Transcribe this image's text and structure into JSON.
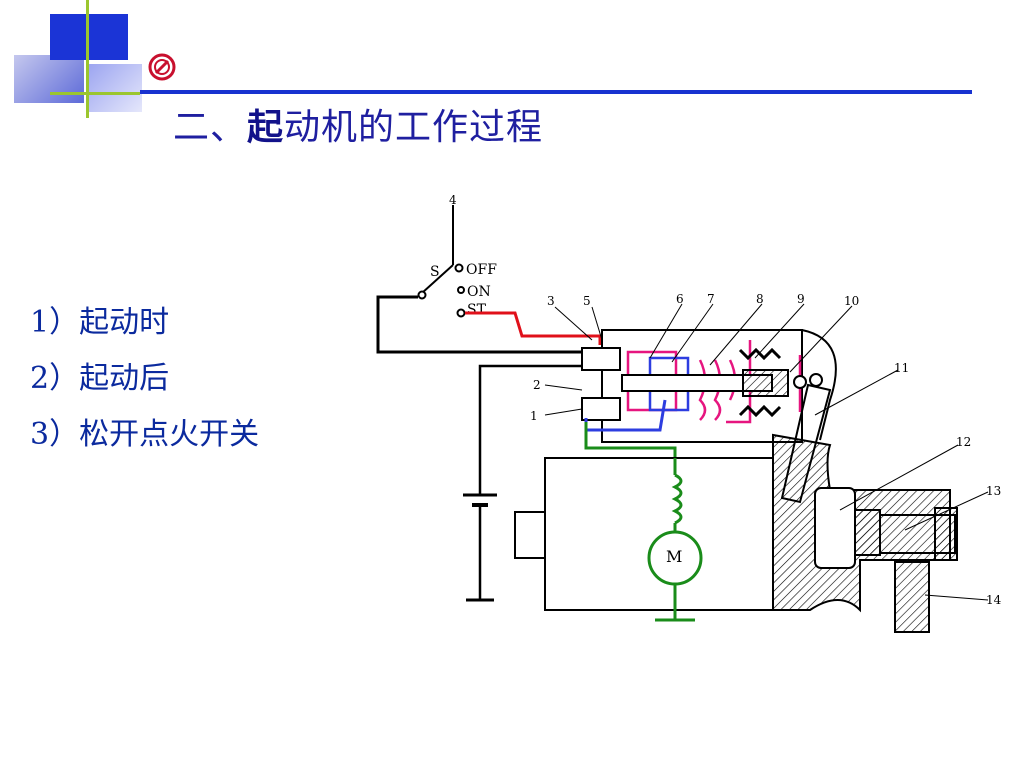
{
  "title": {
    "prefix": "二、",
    "bold": "起",
    "rest": "动机的工作过程"
  },
  "steps": [
    "1）起动时",
    "2）起动后",
    "3）松开点火开关"
  ],
  "diagram": {
    "switch_label": "S",
    "switch_positions": [
      "OFF",
      "ON",
      "ST"
    ],
    "part_numbers": [
      "1",
      "2",
      "3",
      "4",
      "5",
      "6",
      "7",
      "8",
      "9",
      "10",
      "11",
      "12",
      "13",
      "14"
    ],
    "motor_label": "M"
  },
  "colors": {
    "title": "#1f1fa0",
    "steps": "#0b2a9e",
    "accent_blue": "#1832d0",
    "accent_green": "#9bc62e"
  }
}
